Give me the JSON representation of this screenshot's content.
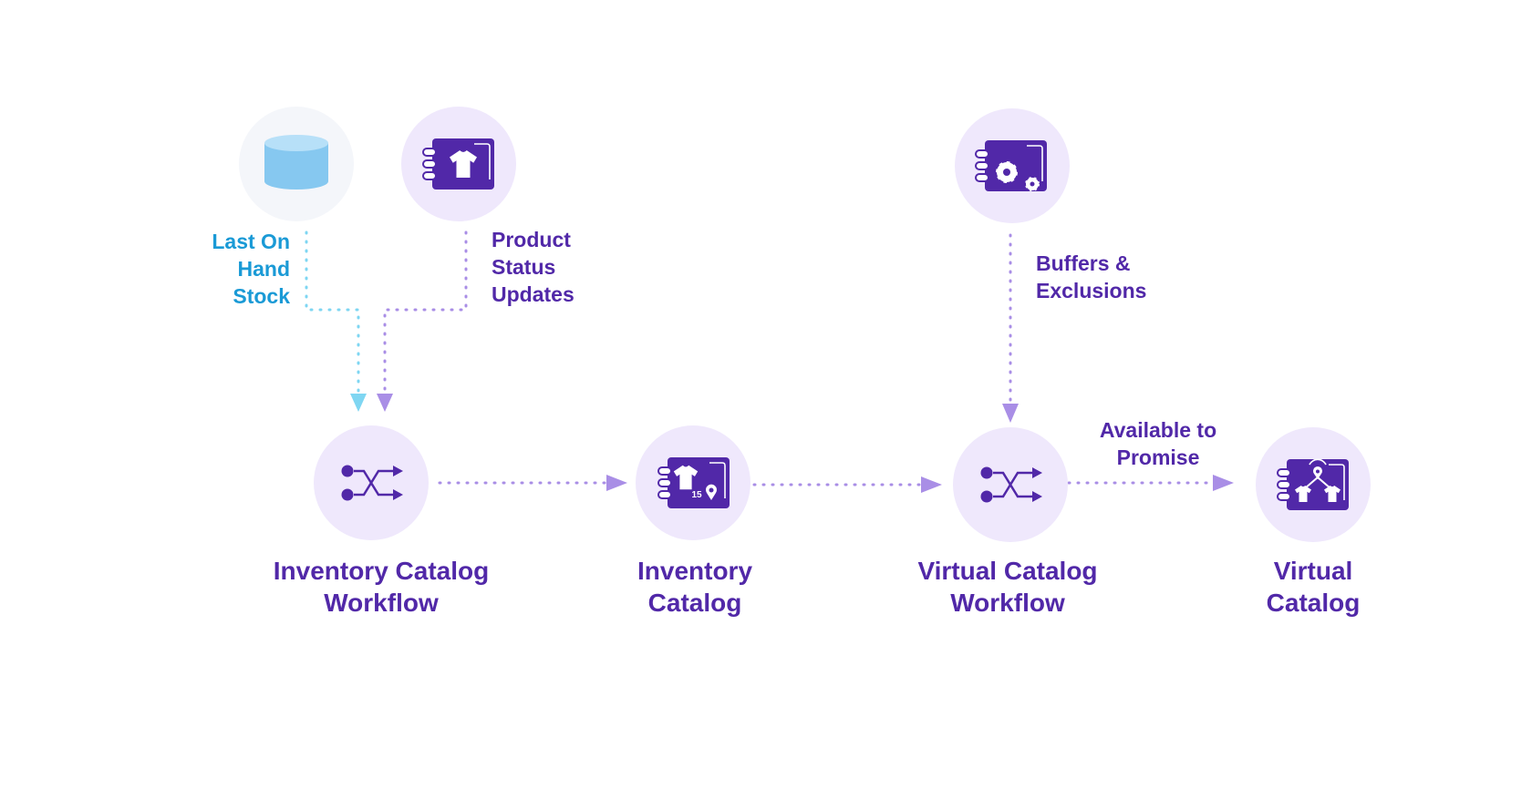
{
  "colors": {
    "purple": "#5128a8",
    "circle_bg": "#efe8fc",
    "db_circle_bg": "#f4f6fa",
    "cyan_text": "#1a9ad6",
    "cyan_line": "#7fd6f2",
    "purple_line": "#a98ee6",
    "db_fill": "#86c8f0",
    "db_top": "#b7e0f8"
  },
  "nodes": {
    "last_on_hand_stock": {
      "icon": "database-icon"
    },
    "product_status": {
      "icon": "catalog-tshirt-icon"
    },
    "buffers": {
      "icon": "catalog-gears-icon"
    },
    "inventory_catalog_workflow": {
      "icon": "shuffle-workflow-icon",
      "title": "Inventory Catalog\nWorkflow"
    },
    "inventory_catalog": {
      "icon": "catalog-tshirt-location-icon",
      "badge": "15",
      "title": "Inventory\nCatalog"
    },
    "virtual_catalog_workflow": {
      "icon": "shuffle-workflow-icon",
      "title": "Virtual Catalog\nWorkflow"
    },
    "virtual_catalog": {
      "icon": "catalog-network-icon",
      "title": "Virtual\nCatalog"
    }
  },
  "edge_labels": {
    "last_on_hand_stock": "Last On\nHand\nStock",
    "product_status_updates": "Product\nStatus\nUpdates",
    "buffers_exclusions": "Buffers &\nExclusions",
    "available_to_promise": "Available to\nPromise"
  }
}
